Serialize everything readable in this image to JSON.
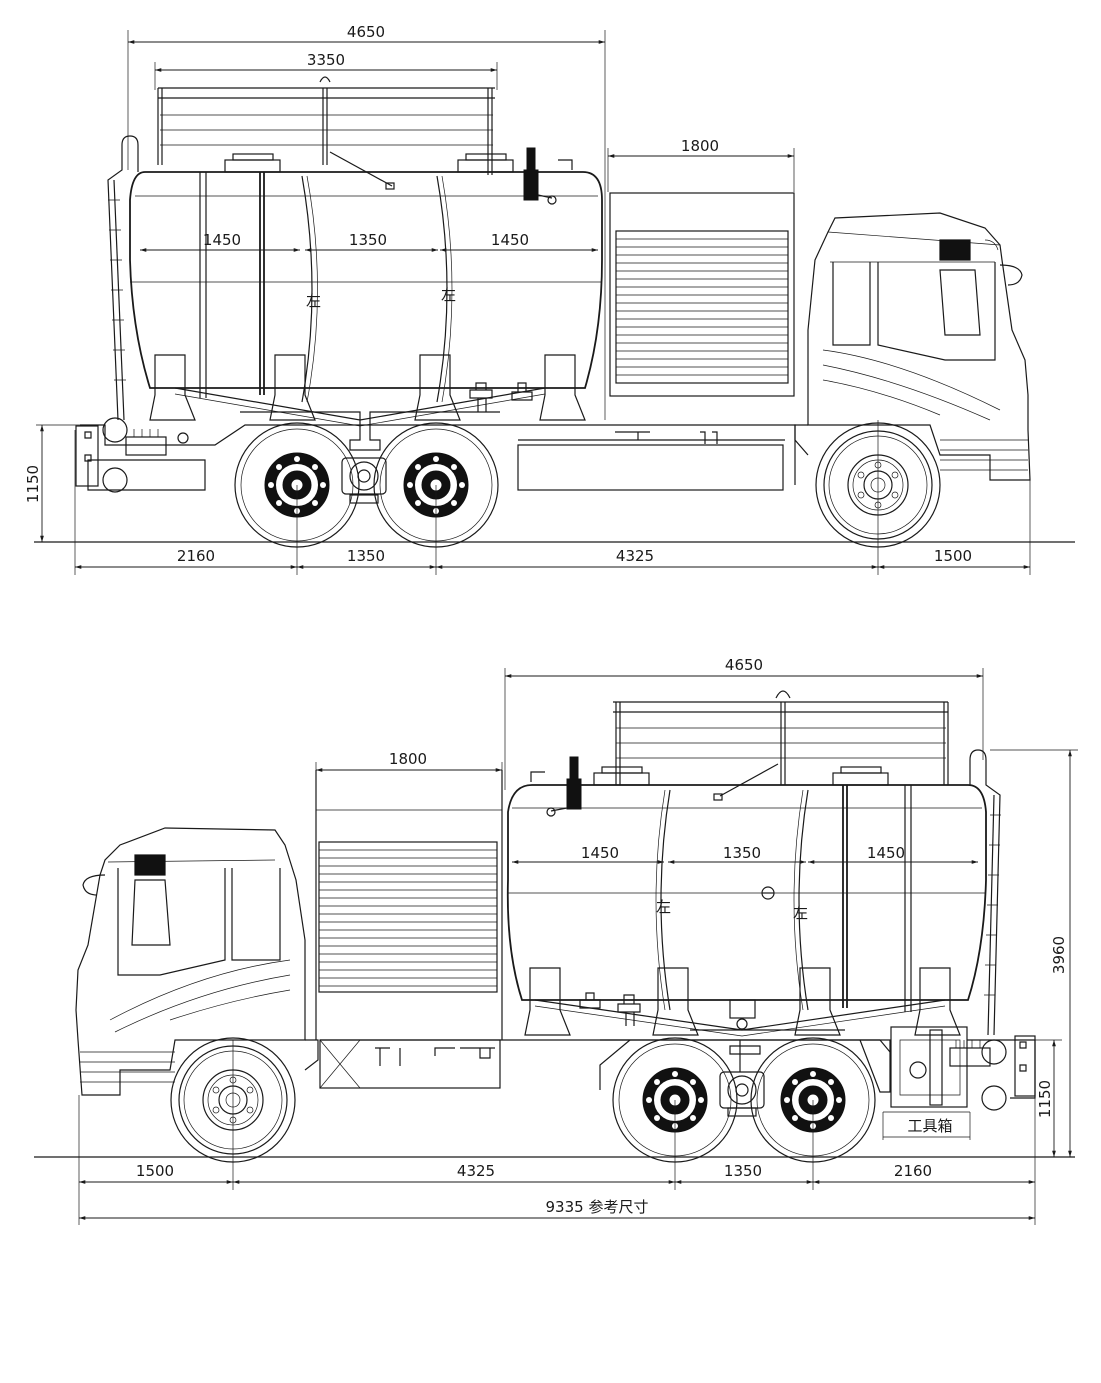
{
  "top_view": {
    "dims": {
      "overall_upper": "4650",
      "rail": "3350",
      "cabinet": "1800",
      "tank_front": "1450",
      "tank_mid": "1350",
      "tank_rear": "1450",
      "frame_height": "1150",
      "rear_overhang": "2160",
      "axle_spacing": "1350",
      "wheelbase": "4325",
      "front_overhang": "1500"
    },
    "tank_marks": [
      "左",
      "左"
    ]
  },
  "bottom_view": {
    "dims": {
      "overall_upper": "4650",
      "cabinet": "1800",
      "tank_front": "1450",
      "tank_mid": "1350",
      "tank_rear": "1450",
      "overall_height": "3960",
      "frame_height": "1150",
      "front_overhang": "1500",
      "wheelbase": "4325",
      "axle_spacing": "1350",
      "rear_overhang": "2160",
      "total_length": "9335 参考尺寸"
    },
    "tank_marks": [
      "左",
      "左"
    ],
    "toolbox_label": "工具箱"
  },
  "colors": {
    "line": "#1a1a1a",
    "background": "#ffffff"
  }
}
